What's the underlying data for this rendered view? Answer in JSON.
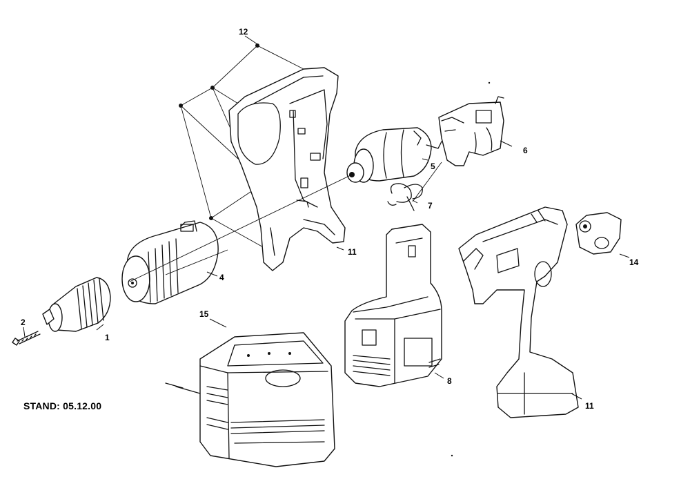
{
  "stamp": "STAND: 05.12.00",
  "callouts": {
    "c1": "1",
    "c2": "2",
    "c4": "4",
    "c5": "5",
    "c6": "6",
    "c7": "7",
    "c8": "8",
    "c11a": "11",
    "c11b": "11",
    "c12": "12",
    "c14": "14",
    "c15": "15"
  }
}
